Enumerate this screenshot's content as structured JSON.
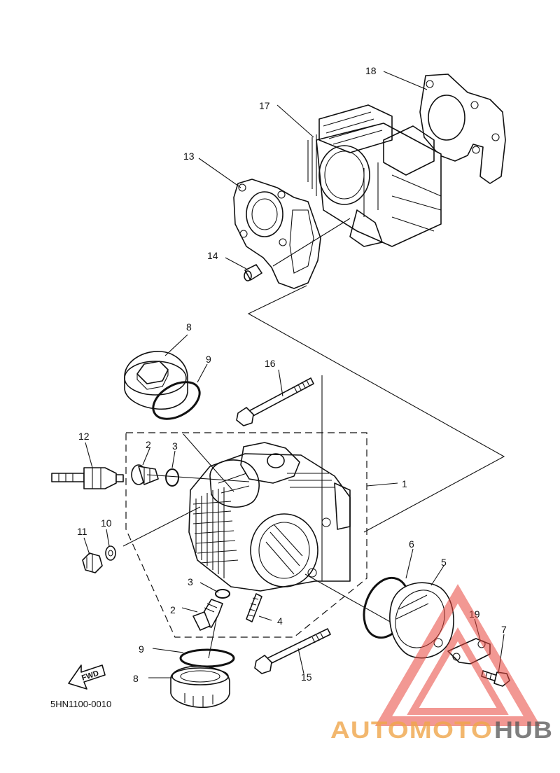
{
  "diagram": {
    "code": "5HN1100-0010",
    "fwd_label": "FWD",
    "callouts": [
      "1",
      "2",
      "2",
      "3",
      "3",
      "4",
      "5",
      "6",
      "7",
      "8",
      "8",
      "9",
      "9",
      "10",
      "11",
      "12",
      "13",
      "14",
      "15",
      "16",
      "17",
      "18",
      "19"
    ]
  },
  "watermark": {
    "brand_part1": "AUTOMOTO",
    "brand_part2": "HUB",
    "color_primary": "#e8453c",
    "color_secondary": "#f0a64a",
    "color_dark": "#555555"
  }
}
